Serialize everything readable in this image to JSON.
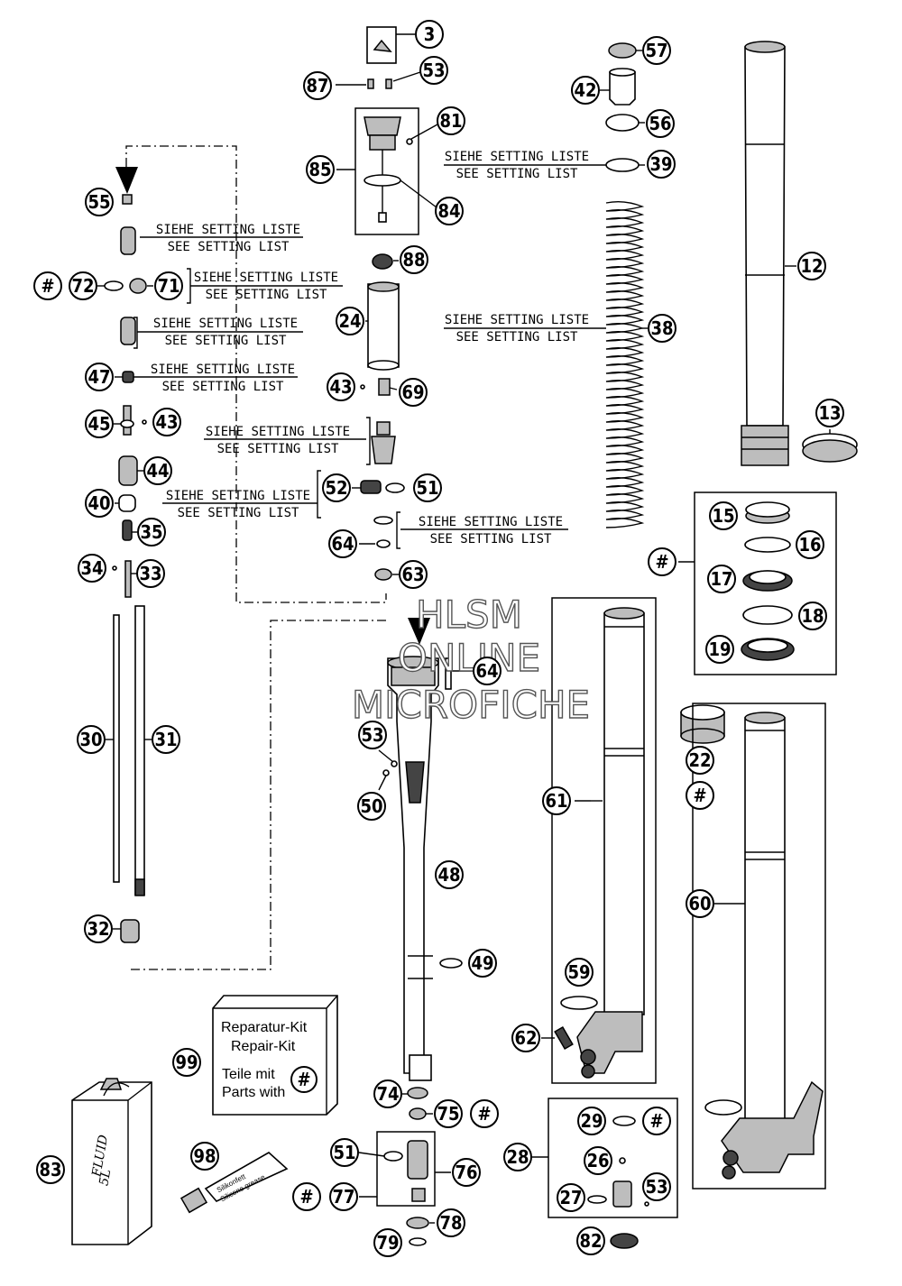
{
  "watermark": {
    "line1": "HLSM",
    "line2": "ONLINE",
    "line3": "MICROFICHE"
  },
  "setting_notes": [
    {
      "de": "SIEHE SETTING LISTE",
      "en": "SEE SETTING LIST"
    },
    {
      "de": "SIEHE SETTING LISTE",
      "en": "SEE SETTING LIST"
    },
    {
      "de": "SIEHE SETTING LISTE",
      "en": "SEE SETTING LIST"
    },
    {
      "de": "SIEHE SETTING LISTE",
      "en": "SEE SETTING LIST"
    },
    {
      "de": "SIEHE SETTING LISTE",
      "en": "SEE SETTING LIST"
    },
    {
      "de": "SIEHE SETTING LISTE",
      "en": "SEE SETTING LIST"
    },
    {
      "de": "SIEHE SETTING LISTE",
      "en": "SEE SETTING LIST"
    },
    {
      "de": "SIEHE SETTING LISTE",
      "en": "SEE SETTING LIST"
    },
    {
      "de": "SIEHE SETTING LISTE",
      "en": "SEE SETTING LIST"
    }
  ],
  "repair_kit": {
    "line1": "Reparatur-Kit",
    "line2": "Repair-Kit",
    "line3": "Teile mit",
    "line4": "Parts with",
    "symbol": "#"
  },
  "fluid_can": {
    "line1": "FLUID",
    "line2": "5L"
  },
  "grease_tube": {
    "line1": "Silikonfett",
    "line2": "Silicone grease"
  },
  "callouts": {
    "c3": "3",
    "c87": "87",
    "c53a": "53",
    "c81": "81",
    "c85": "85",
    "c84": "84",
    "c88": "88",
    "c24": "24",
    "c43a": "43",
    "c69": "69",
    "c57": "57",
    "c42": "42",
    "c56": "56",
    "c39": "39",
    "c38": "38",
    "c12": "12",
    "c13": "13",
    "c55": "55",
    "hash1": "#",
    "c72": "72",
    "c71": "71",
    "c47": "47",
    "c45": "45",
    "c43b": "43",
    "c44": "44",
    "c40": "40",
    "c35": "35",
    "c34": "34",
    "c33": "33",
    "c30": "30",
    "c31": "31",
    "c32": "32",
    "c52": "52",
    "c51a": "51",
    "c64a": "64",
    "c63": "63",
    "c64b": "64",
    "c53b": "53",
    "c50": "50",
    "c48": "48",
    "c49": "49",
    "hash2": "#",
    "c15": "15",
    "c16": "16",
    "c17": "17",
    "c18": "18",
    "c19": "19",
    "c61": "61",
    "c59": "59",
    "c62": "62",
    "c22": "22",
    "hash3": "#",
    "c60": "60",
    "c99": "99",
    "c83": "83",
    "c98": "98",
    "c74": "74",
    "c75": "75",
    "hash4": "#",
    "c51b": "51",
    "c76": "76",
    "hash5": "#",
    "c77": "77",
    "c78": "78",
    "c79": "79",
    "c28": "28",
    "c29": "29",
    "hash6": "#",
    "c26": "26",
    "c27": "27",
    "c53c": "53",
    "c82": "82"
  }
}
